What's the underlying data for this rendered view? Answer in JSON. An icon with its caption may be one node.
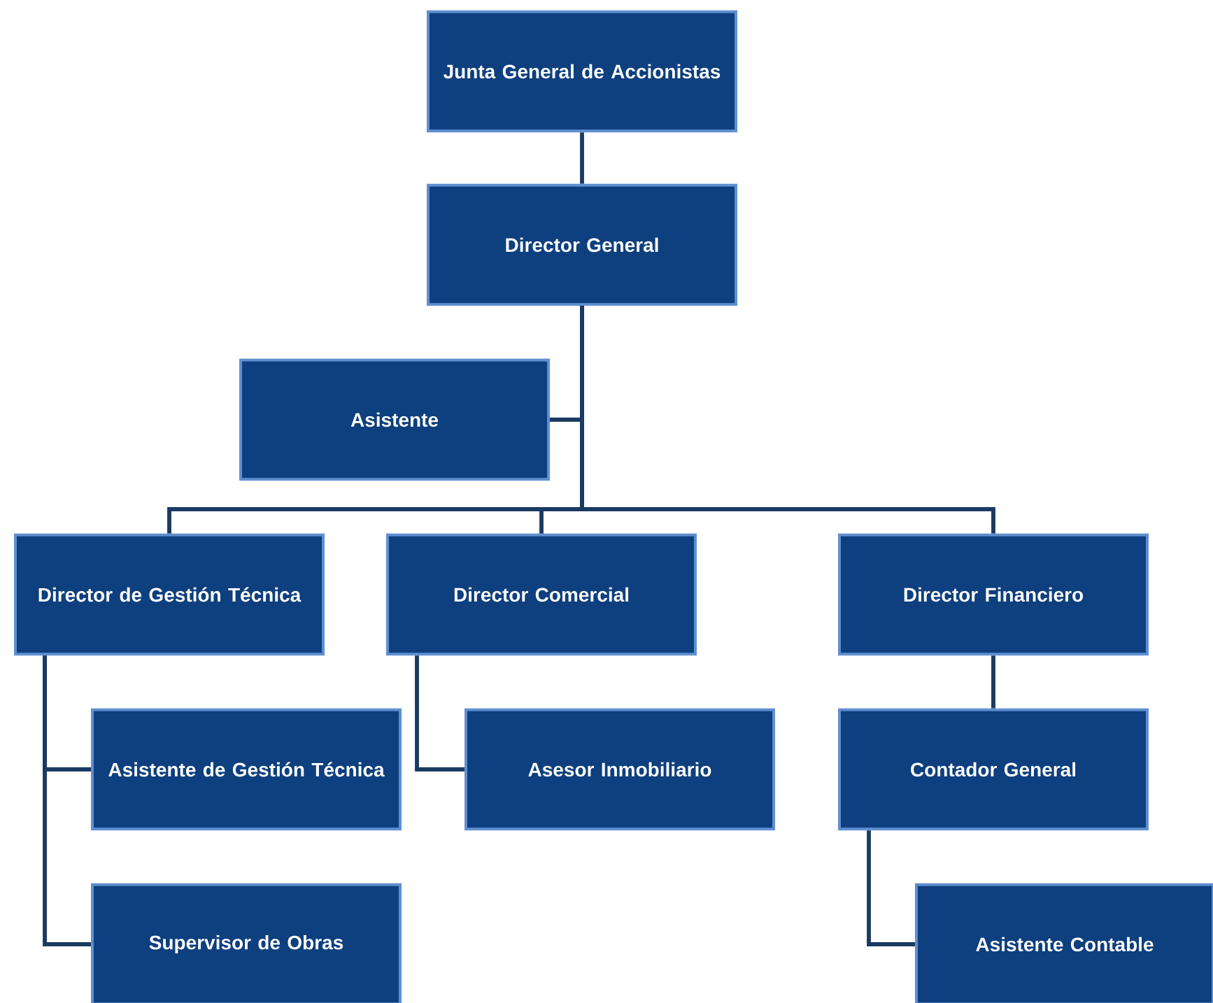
{
  "diagram": {
    "nodes": [
      {
        "text": [
          "Junta General de Accionistas"
        ]
      },
      {
        "text": [
          "Director General"
        ]
      },
      {
        "text": [
          "Asistente"
        ]
      },
      {
        "text": [
          "Director de Gestión Técnica"
        ]
      },
      {
        "text": [
          "Director Comercial"
        ]
      },
      {
        "text": [
          "Director Financiero"
        ]
      },
      {
        "text": [
          "Asistente de Gestión Técnica"
        ]
      },
      {
        "text": [
          "Asesor Inmobiliario"
        ]
      },
      {
        "text": [
          "Contador General"
        ]
      },
      {
        "text": [
          "Supervisor de Obras"
        ]
      },
      {
        "text": [
          "Asistente Contable"
        ]
      }
    ],
    "edges": [
      {
        "from": 0,
        "to": 1,
        "arrow": "none"
      },
      {
        "from": 1,
        "to": 2,
        "arrow": "none"
      },
      {
        "from": 1,
        "to": 3,
        "arrow": "none"
      },
      {
        "from": 1,
        "to": 4,
        "arrow": "none"
      },
      {
        "from": 1,
        "to": 5,
        "arrow": "none"
      },
      {
        "from": 3,
        "to": 6,
        "arrow": "none"
      },
      {
        "from": 3,
        "to": 9,
        "arrow": "none"
      },
      {
        "from": 4,
        "to": 7,
        "arrow": "none"
      },
      {
        "from": 5,
        "to": 8,
        "arrow": "none"
      },
      {
        "from": 8,
        "to": 10,
        "arrow": "none"
      }
    ]
  }
}
